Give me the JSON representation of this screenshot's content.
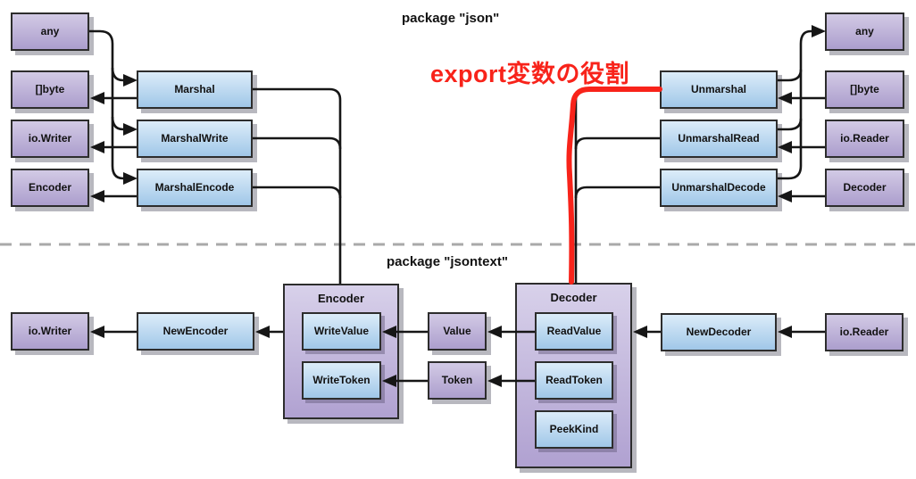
{
  "titles": {
    "package_json": "package \"json\"",
    "package_jsontext": "package \"jsontext\"",
    "annotation": "export変数の役割"
  },
  "colors": {
    "type_box_top": "#d2cae5",
    "type_box_bottom": "#ac9ecd",
    "func_box_top": "#dcecf9",
    "func_box_bottom": "#a0c7e8",
    "border": "#2d2d2d",
    "line": "#161616",
    "annotation_red": "#f8231a",
    "divider_gray": "#a9a9a9"
  },
  "json_pkg": {
    "left_types": [
      "any",
      "[]byte",
      "io.Writer",
      "Encoder"
    ],
    "marshal_funcs": [
      "Marshal",
      "MarshalWrite",
      "MarshalEncode"
    ],
    "unmarshal_funcs": [
      "Unmarshal",
      "UnmarshalRead",
      "UnmarshalDecode"
    ],
    "right_types": [
      "any",
      "[]byte",
      "io.Reader",
      "Decoder"
    ]
  },
  "jsontext_pkg": {
    "io_writer": "io.Writer",
    "new_encoder": "NewEncoder",
    "encoder_label": "Encoder",
    "encoder_methods": [
      "WriteValue",
      "WriteToken"
    ],
    "value": "Value",
    "token": "Token",
    "decoder_label": "Decoder",
    "decoder_methods": [
      "ReadValue",
      "ReadToken",
      "PeekKind"
    ],
    "new_decoder": "NewDecoder",
    "io_reader": "io.Reader"
  },
  "connections": [
    "any -> Marshal | MarshalWrite | MarshalEncode",
    "Marshal -> []byte",
    "MarshalWrite -> io.Writer",
    "MarshalEncode -> Encoder",
    "Marshal|MarshalWrite|MarshalEncode -> jsontext.Encoder",
    "[]byte -> Unmarshal",
    "io.Reader -> UnmarshalRead",
    "Decoder -> UnmarshalDecode",
    "Unmarshal|UnmarshalRead|UnmarshalDecode -> any",
    "jsontext.Decoder -> Unmarshal|UnmarshalRead|UnmarshalDecode (red highlight on Unmarshal path)",
    "NewEncoder -> io.Writer",
    "Encoder -> NewEncoder",
    "Value -> WriteValue",
    "Token -> WriteToken",
    "ReadValue -> Value",
    "ReadToken -> Token",
    "NewDecoder -> Decoder",
    "io.Reader -> NewDecoder"
  ]
}
